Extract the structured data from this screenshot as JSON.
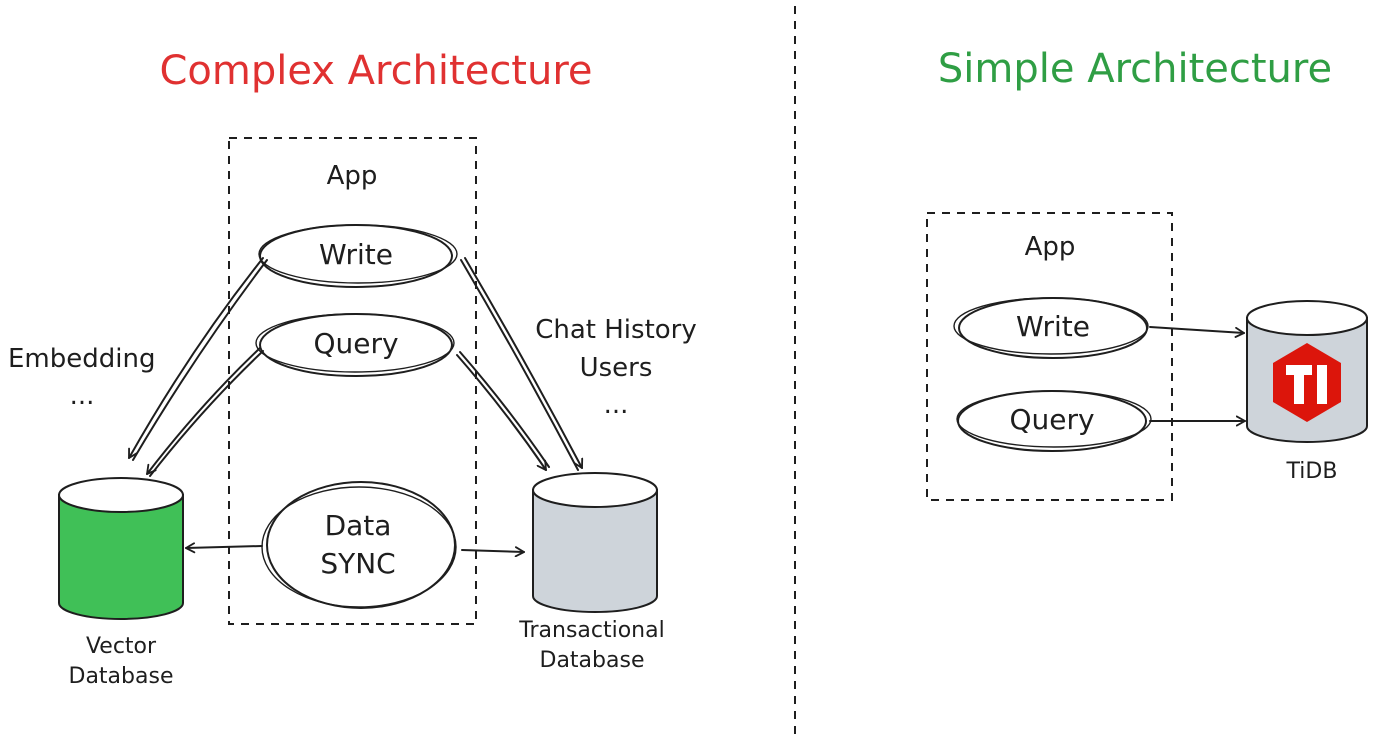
{
  "complex": {
    "title": "Complex Architecture",
    "app_label": "App",
    "write_label": "Write",
    "query_label": "Query",
    "sync_line1": "Data",
    "sync_line2": "SYNC",
    "embedding_label": "Embedding",
    "embedding_more": "...",
    "chat_history_label": "Chat History",
    "users_label": "Users",
    "users_more": "...",
    "vector_db_line1": "Vector",
    "vector_db_line2": "Database",
    "transactional_db_line1": "Transactional",
    "transactional_db_line2": "Database"
  },
  "simple": {
    "title": "Simple Architecture",
    "app_label": "App",
    "write_label": "Write",
    "query_label": "Query",
    "tidb_label": "TiDB"
  },
  "colors": {
    "complex_title": "#e03131",
    "simple_title": "#2f9e44",
    "vector_db_fill": "#40c057",
    "transactional_db_fill": "#ced4da",
    "tidb_db_fill": "#ced4da",
    "tidb_logo": "#dc150b",
    "app_box_hatch": "#fff3a0"
  },
  "icons": {
    "tidb_logo": "tidb-logo-icon",
    "vector_db": "database-cylinder-icon",
    "transactional_db": "database-cylinder-icon"
  }
}
